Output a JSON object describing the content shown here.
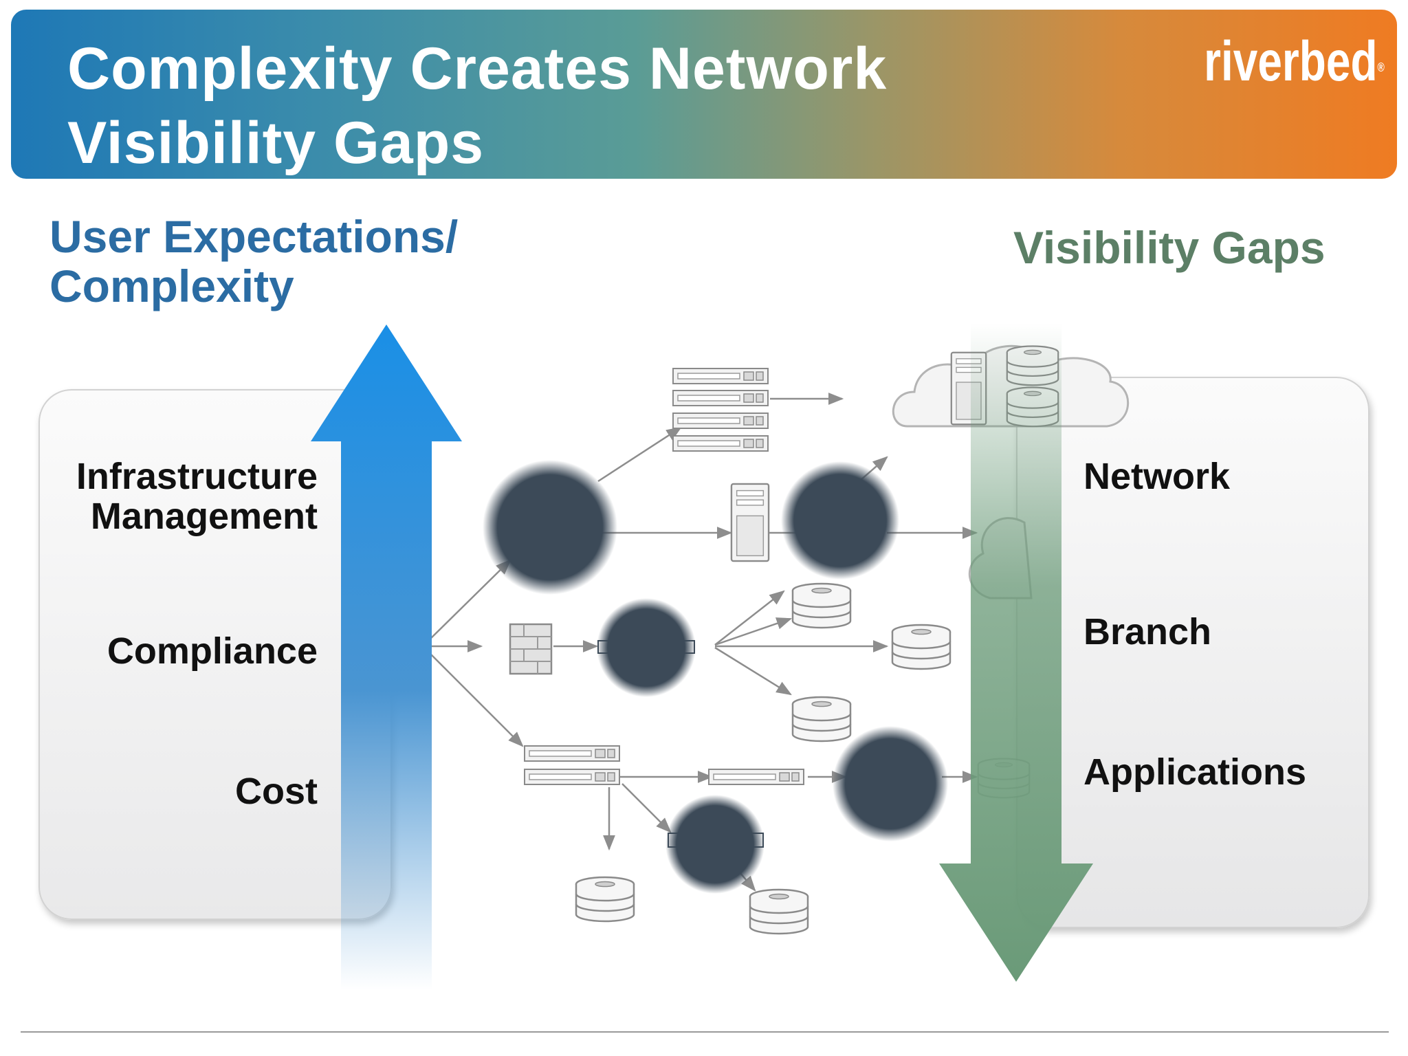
{
  "slide": {
    "title_line1": "Complexity Creates Network",
    "title_line2": "Visibility Gaps",
    "logo_text": "riverbed",
    "logo_mark": "®"
  },
  "left": {
    "heading": "User Expectations/\nComplexity",
    "items": [
      "Infrastructure\nManagement",
      "Compliance",
      "Cost"
    ]
  },
  "right": {
    "heading": "Visibility Gaps",
    "items": [
      "Network",
      "Branch",
      "Applications"
    ]
  },
  "colors": {
    "header_start": "#1e78b6",
    "header_end": "#ef7b22",
    "left_heading": "#2b6ca3",
    "right_heading": "#5c7f66",
    "up_arrow": "#1f8fe0",
    "down_arrow": "#6a9a78",
    "node": "#3c4a58"
  },
  "icons": [
    "server-rack-icon",
    "tower-server-icon",
    "database-icon",
    "firewall-icon",
    "cloud-icon",
    "switch-icon"
  ]
}
